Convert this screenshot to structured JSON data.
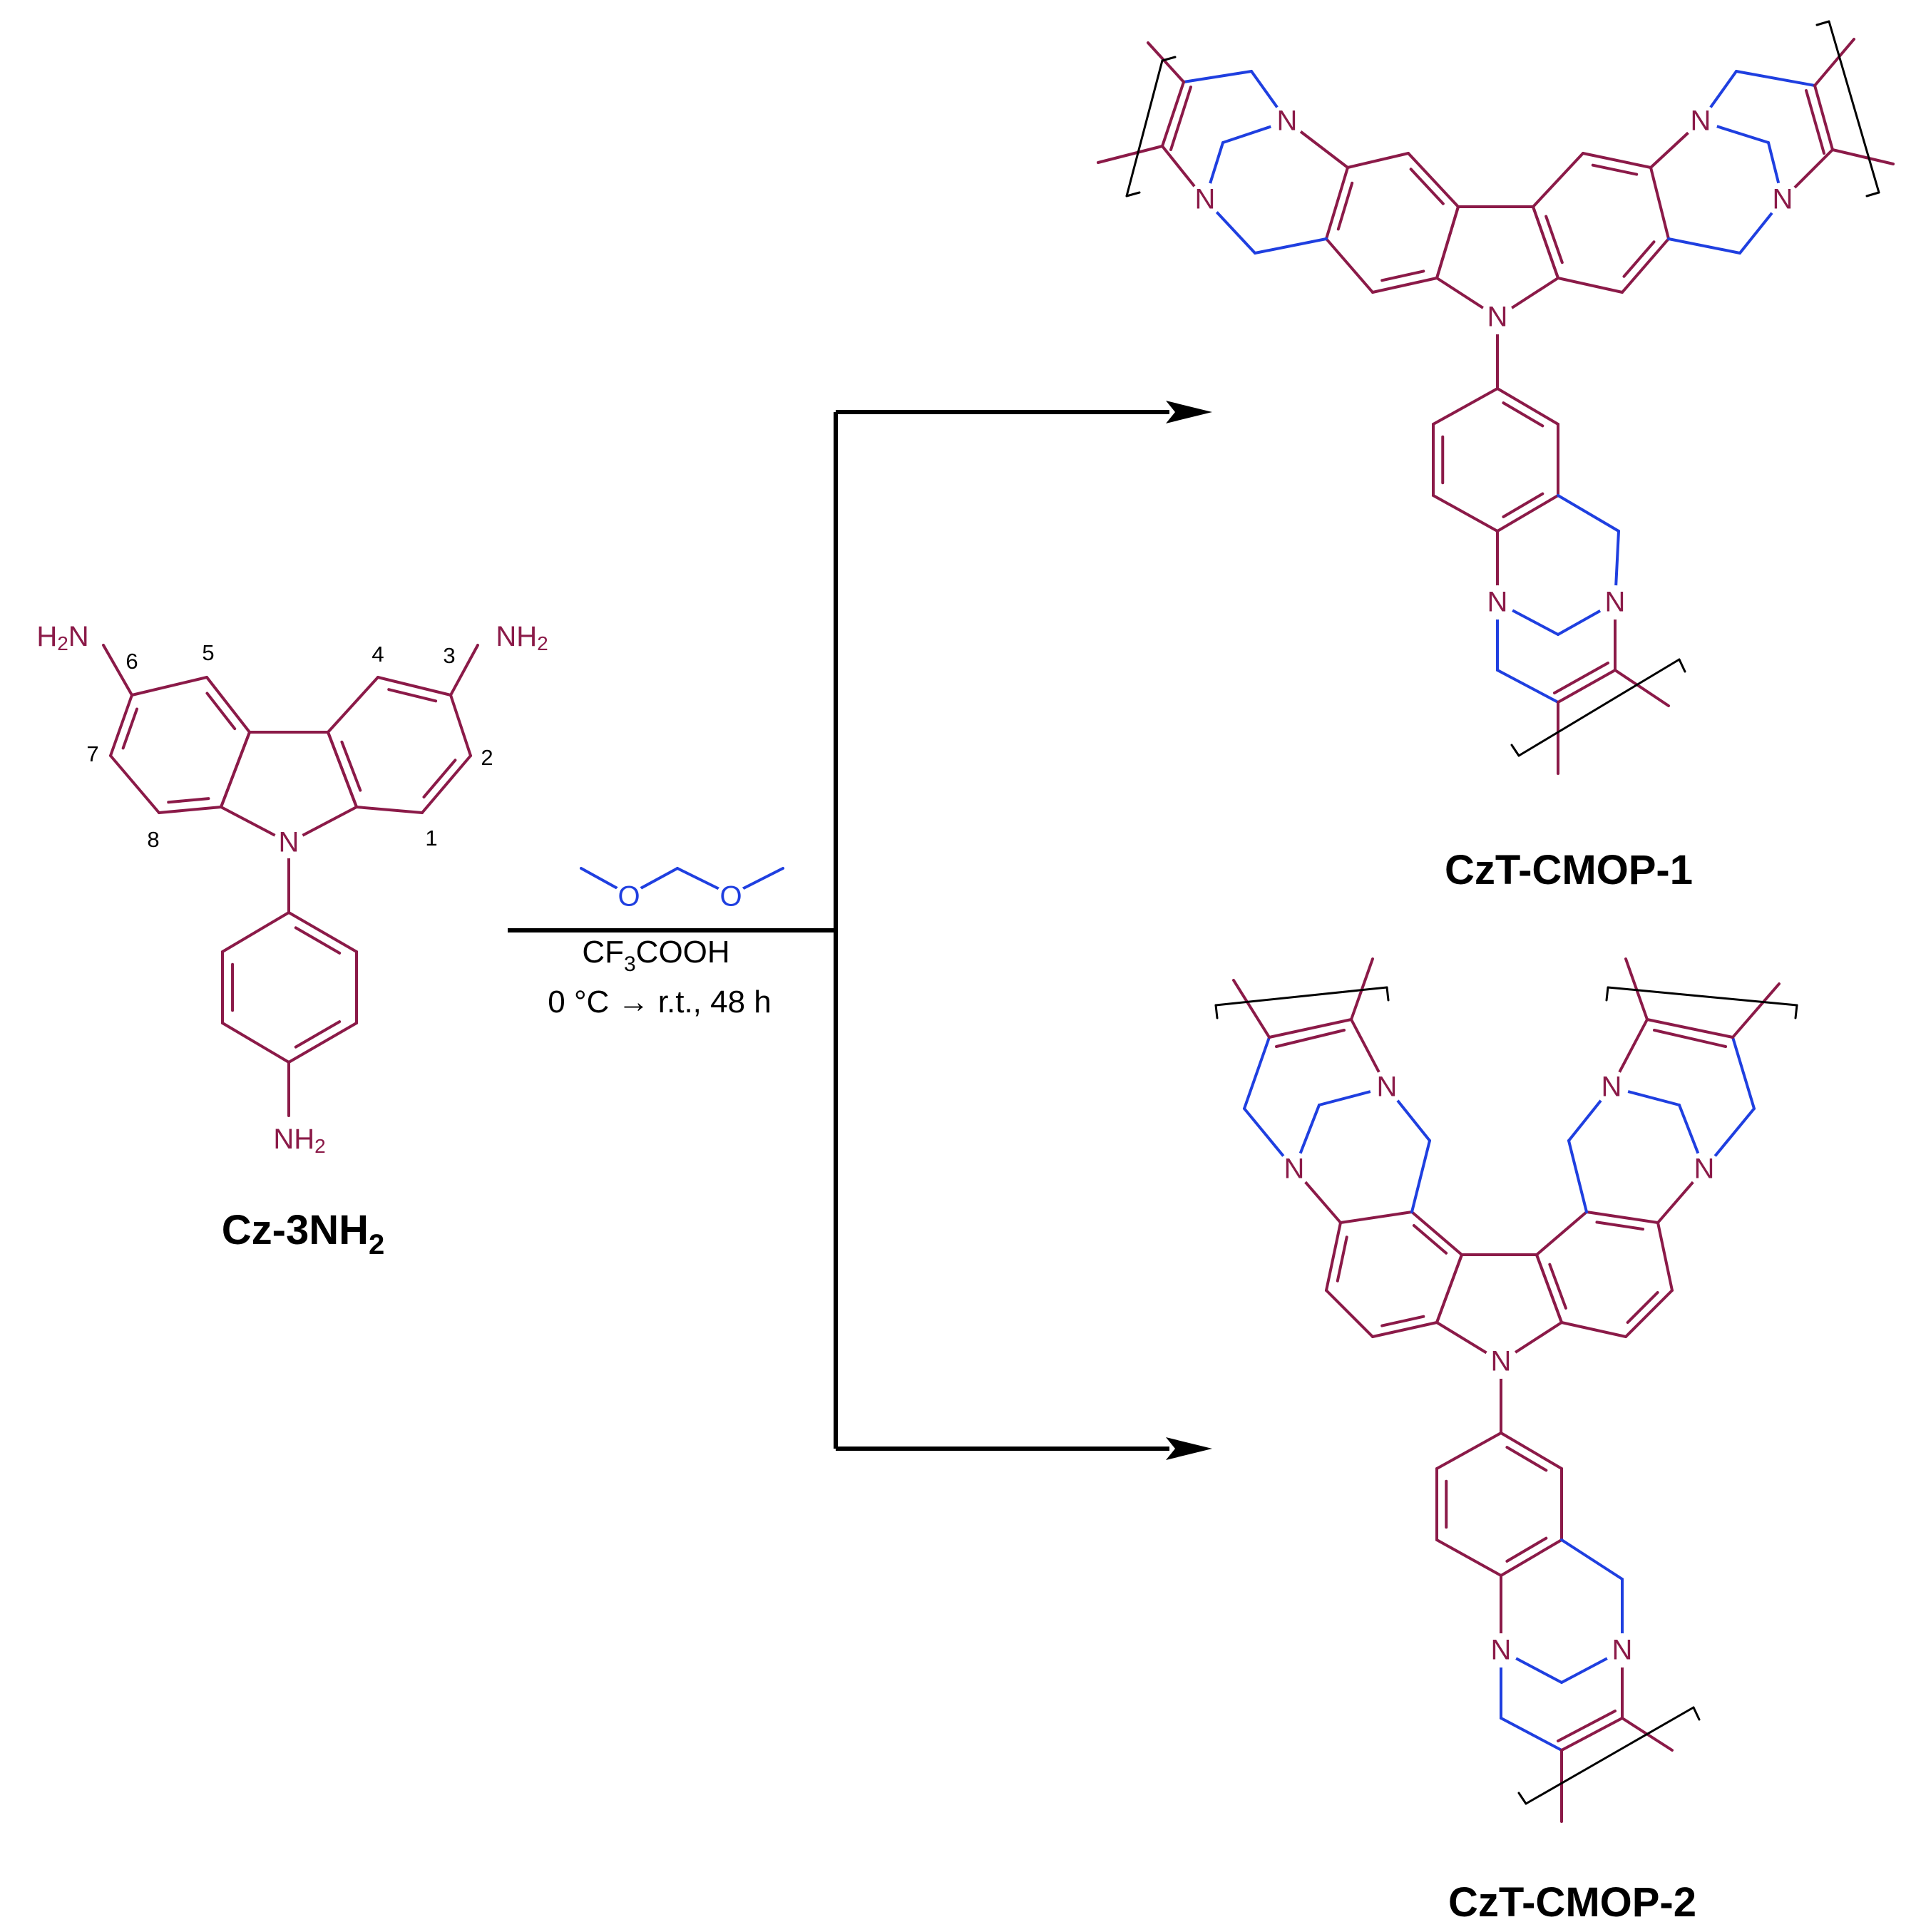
{
  "colors": {
    "molecule": "#8b1a48",
    "methylene_bridge": "#1f3fe0",
    "bracket": "#000000",
    "arrow": "#000000"
  },
  "reactant": {
    "label_main": "Cz-3NH",
    "label_sub": "2",
    "amine_left_main": "H",
    "amine_left_sub": "2",
    "amine_left_tail": "N",
    "amine_main": "NH",
    "amine_sub": "2",
    "ring_nitrogen": "N",
    "position_numbers": [
      "1",
      "2",
      "3",
      "4",
      "5",
      "6",
      "7",
      "8"
    ]
  },
  "reagent": {
    "oxygen": "O"
  },
  "conditions": {
    "acid_pre": "CF",
    "acid_sub": "3",
    "acid_post": "COOH",
    "temperature_time": "0 °C → r.t., 48 h"
  },
  "products": {
    "product_1_label": "CzT-CMOP-1",
    "product_2_label": "CzT-CMOP-2",
    "nitrogen": "N"
  }
}
